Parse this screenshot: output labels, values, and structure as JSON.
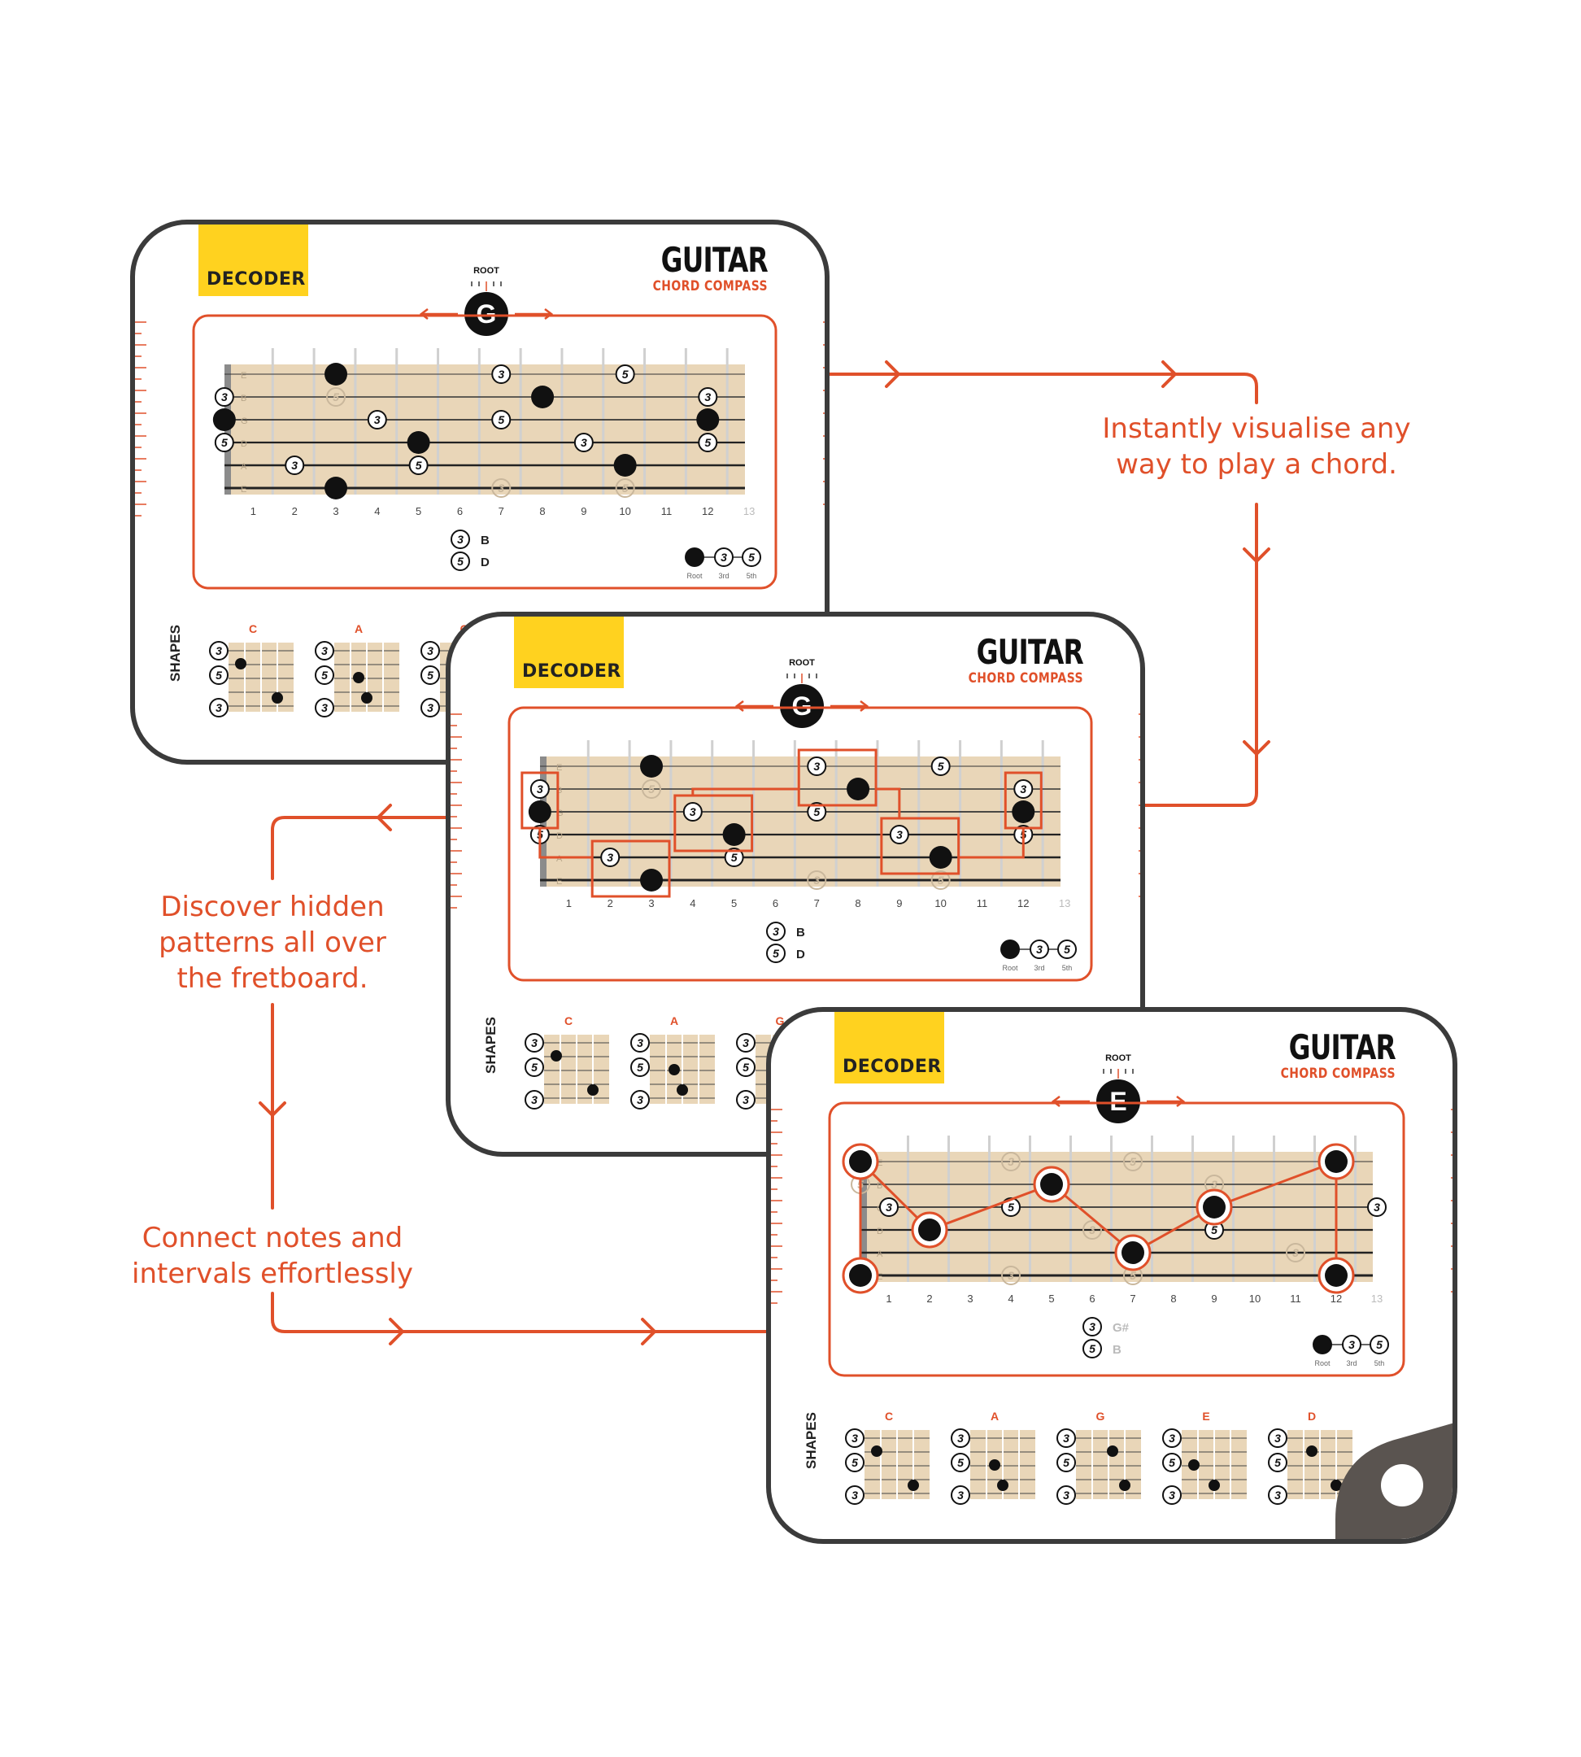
{
  "captions": {
    "visualise": [
      "Instantly visualise any",
      "way to play a chord."
    ],
    "discover": [
      "Discover hidden",
      "patterns all over",
      "the fretboard."
    ],
    "connect": [
      "Connect notes and",
      "intervals effortlessly"
    ]
  },
  "card": {
    "decoder_label": "DECODER",
    "brand_title": "GUITAR",
    "brand_subtitle": "CHORD COMPASS",
    "root_label": "ROOT",
    "shapes_label": "SHAPES",
    "legend": {
      "root": "Root",
      "third": "3rd",
      "fifth": "5th"
    },
    "fret_numbers": [
      "1",
      "2",
      "3",
      "4",
      "5",
      "6",
      "7",
      "8",
      "9",
      "10",
      "11",
      "12",
      "13"
    ],
    "string_letters": [
      "E",
      "B",
      "G",
      "D",
      "A",
      "E"
    ]
  },
  "cards": [
    {
      "root": "G",
      "intervals": [
        {
          "badge": "3",
          "note": "B"
        },
        {
          "badge": "5",
          "note": "D"
        }
      ],
      "shapes": [
        "C",
        "A",
        "G"
      ]
    },
    {
      "root": "G",
      "intervals": [
        {
          "badge": "3",
          "note": "B"
        },
        {
          "badge": "5",
          "note": "D"
        }
      ],
      "shapes": [
        "C",
        "A",
        "G"
      ]
    },
    {
      "root": "E",
      "intervals": [
        {
          "badge": "3",
          "note": "G#"
        },
        {
          "badge": "5",
          "note": "B"
        }
      ],
      "shapes": [
        "C",
        "A",
        "G",
        "E",
        "D"
      ]
    }
  ],
  "colors": {
    "accent": "#e0502a",
    "decoder_yellow": "#ffd21f",
    "fretboard": "#e9d6b8",
    "card_border": "#3b3b3b"
  }
}
